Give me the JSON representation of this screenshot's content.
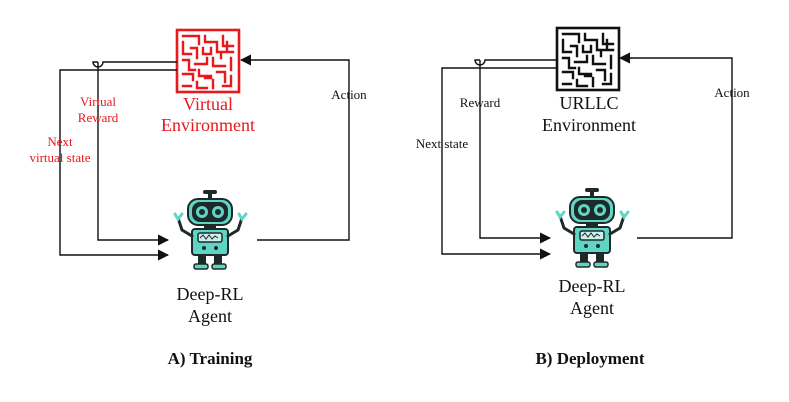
{
  "colors": {
    "training_env": "#e8181d",
    "deploy_env": "#111111",
    "robot_body": "#5fd6c4",
    "robot_dark": "#1e2a2a",
    "robot_face": "#cdeeea",
    "line": "#111111"
  },
  "icons": {
    "maze": "maze-icon",
    "robot": "robot-agent-icon"
  },
  "panel_a": {
    "env_line1": "Virtual",
    "env_line2": "Environment",
    "agent_line1": "Deep-RL",
    "agent_line2": "Agent",
    "action_label": "Action",
    "reward_line1": "Virtual",
    "reward_line2": "Reward",
    "state_line1": "Next",
    "state_line2": "virtual state",
    "caption": "A) Training"
  },
  "panel_b": {
    "env_line1": "URLLC",
    "env_line2": "Environment",
    "agent_line1": "Deep-RL",
    "agent_line2": "Agent",
    "action_label": "Action",
    "reward_label": "Reward",
    "state_label": "Next state",
    "caption": "B) Deployment"
  }
}
